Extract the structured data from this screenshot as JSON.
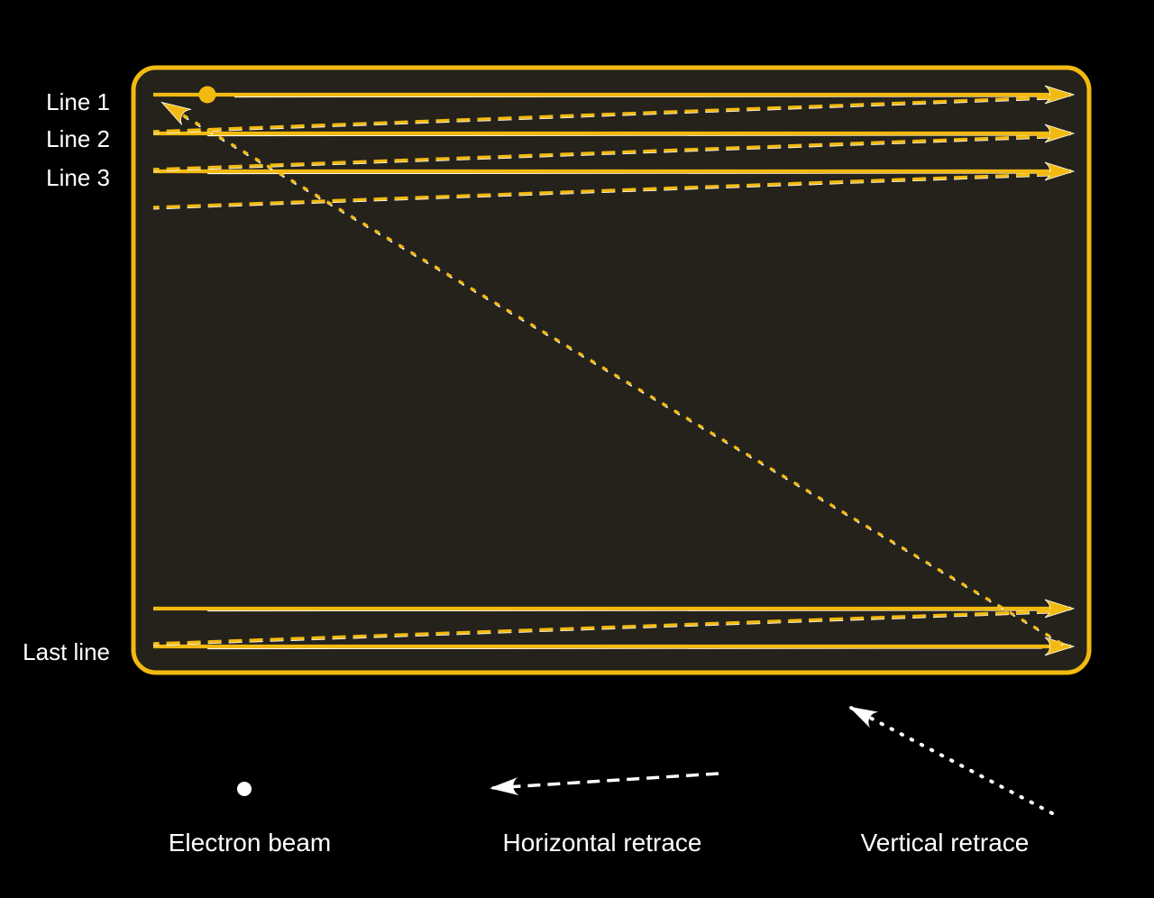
{
  "diagram": {
    "type": "raster-scan-pattern",
    "scan_line_labels": {
      "line1": "Line 1",
      "line2": "Line 2",
      "line3": "Line 3",
      "last_line": "Last line"
    },
    "legend": {
      "electron_beam": {
        "label": "Electron beam",
        "symbol": "dot"
      },
      "horizontal_retrace": {
        "label": "Horizontal retrace",
        "symbol": "dashed-arrow-left"
      },
      "vertical_retrace": {
        "label": "Vertical retrace",
        "symbol": "dotted-arrow-up-left"
      }
    },
    "colors": {
      "beam_gold": "#F2BA11",
      "screen_fill": "#25221B",
      "screen_border": "#F2BA11",
      "background": "#000000",
      "text": "#FFFFFF",
      "legend_marks": "#FFFFFF",
      "highlight": "#FFFFFF"
    }
  }
}
